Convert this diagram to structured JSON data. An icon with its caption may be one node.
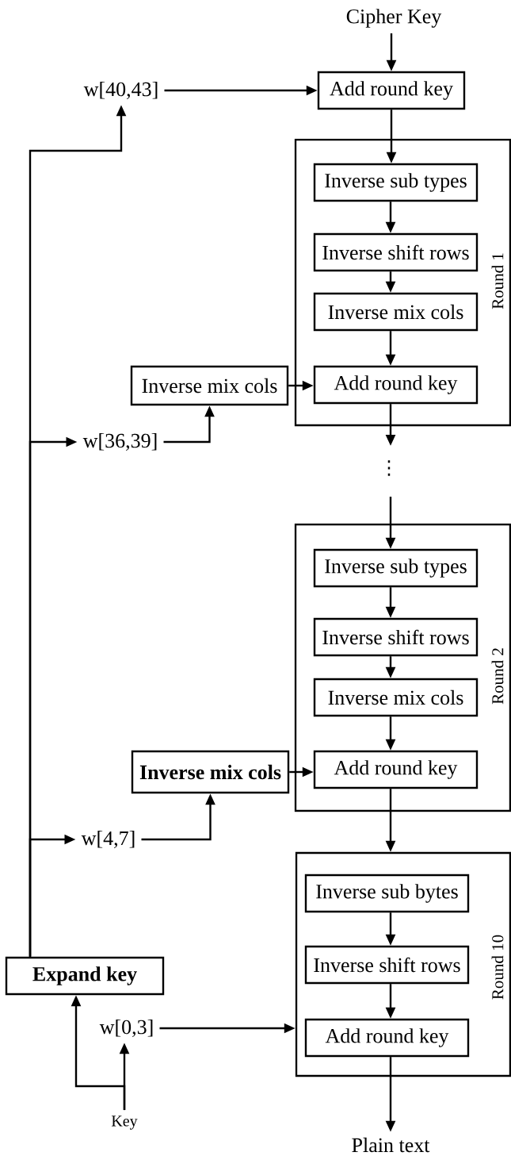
{
  "diagram": {
    "nodes": [
      {
        "text": [
          "Cipher Key"
        ]
      },
      {
        "text": [
          "Add round key"
        ]
      },
      {
        "text": [
          "Round 1"
        ]
      },
      {
        "text": [
          "Inverse sub types"
        ],
        "in": 2
      },
      {
        "text": [
          "Inverse shift rows"
        ],
        "in": 2
      },
      {
        "text": [
          "Inverse mix cols"
        ],
        "in": 2
      },
      {
        "text": [
          "Add round key"
        ],
        "in": 2
      },
      {
        "text": [
          "Inverse mix cols"
        ]
      },
      {
        "text": [
          "w[36,39]"
        ]
      },
      {
        "text": [
          "w[40,43]"
        ]
      },
      {
        "text": [
          "Round 2"
        ]
      },
      {
        "text": [
          "Inverse sub types"
        ],
        "in": 10
      },
      {
        "text": [
          "Inverse shift rows"
        ],
        "in": 10
      },
      {
        "text": [
          "Inverse mix cols"
        ],
        "in": 10
      },
      {
        "text": [
          "Add round key"
        ],
        "in": 10
      },
      {
        "text": [
          "Inverse mix cols"
        ]
      },
      {
        "text": [
          "w[4,7]"
        ]
      },
      {
        "text": [
          "Round 10"
        ]
      },
      {
        "text": [
          "Inverse sub bytes"
        ],
        "in": 17
      },
      {
        "text": [
          "Inverse shift rows"
        ],
        "in": 17
      },
      {
        "text": [
          "Add round key"
        ],
        "in": 17
      },
      {
        "text": [
          "Expand key"
        ]
      },
      {
        "text": [
          "w[0,3]"
        ]
      },
      {
        "text": [
          "Key"
        ]
      },
      {
        "text": [
          "Plain text"
        ]
      }
    ],
    "edges": [
      {
        "from": 0,
        "to": 1,
        "arrow": "to"
      },
      {
        "from": 9,
        "to": 1,
        "arrow": "to"
      },
      {
        "from": 1,
        "to": 3,
        "arrow": "to"
      },
      {
        "from": 3,
        "to": 4,
        "arrow": "to"
      },
      {
        "from": 4,
        "to": 5,
        "arrow": "to"
      },
      {
        "from": 5,
        "to": 6,
        "arrow": "to"
      },
      {
        "from": 7,
        "to": 6,
        "arrow": "to"
      },
      {
        "from": 8,
        "to": 7,
        "arrow": "to"
      },
      {
        "from": 6,
        "to": null,
        "arrow": "to"
      },
      {
        "from": null,
        "to": 11,
        "arrow": "to"
      },
      {
        "from": 11,
        "to": 12,
        "arrow": "to"
      },
      {
        "from": 12,
        "to": 13,
        "arrow": "to"
      },
      {
        "from": 13,
        "to": 14,
        "arrow": "to"
      },
      {
        "from": 15,
        "to": 14,
        "arrow": "to"
      },
      {
        "from": 16,
        "to": 15,
        "arrow": "to"
      },
      {
        "from": 14,
        "to": 17,
        "arrow": "to"
      },
      {
        "from": 18,
        "to": 19,
        "arrow": "to"
      },
      {
        "from": 19,
        "to": 20,
        "arrow": "to"
      },
      {
        "from": 22,
        "to": 17,
        "arrow": "to"
      },
      {
        "from": 20,
        "to": 24,
        "arrow": "to"
      },
      {
        "from": 23,
        "to": 21,
        "arrow": "to"
      },
      {
        "from": 23,
        "to": 22,
        "arrow": "to"
      },
      {
        "from": 21,
        "to": 9,
        "arrow": "to"
      },
      {
        "from": 21,
        "to": 8,
        "arrow": "to"
      },
      {
        "from": 21,
        "to": 16,
        "arrow": "to"
      }
    ],
    "labels": [
      "⋮"
    ]
  }
}
